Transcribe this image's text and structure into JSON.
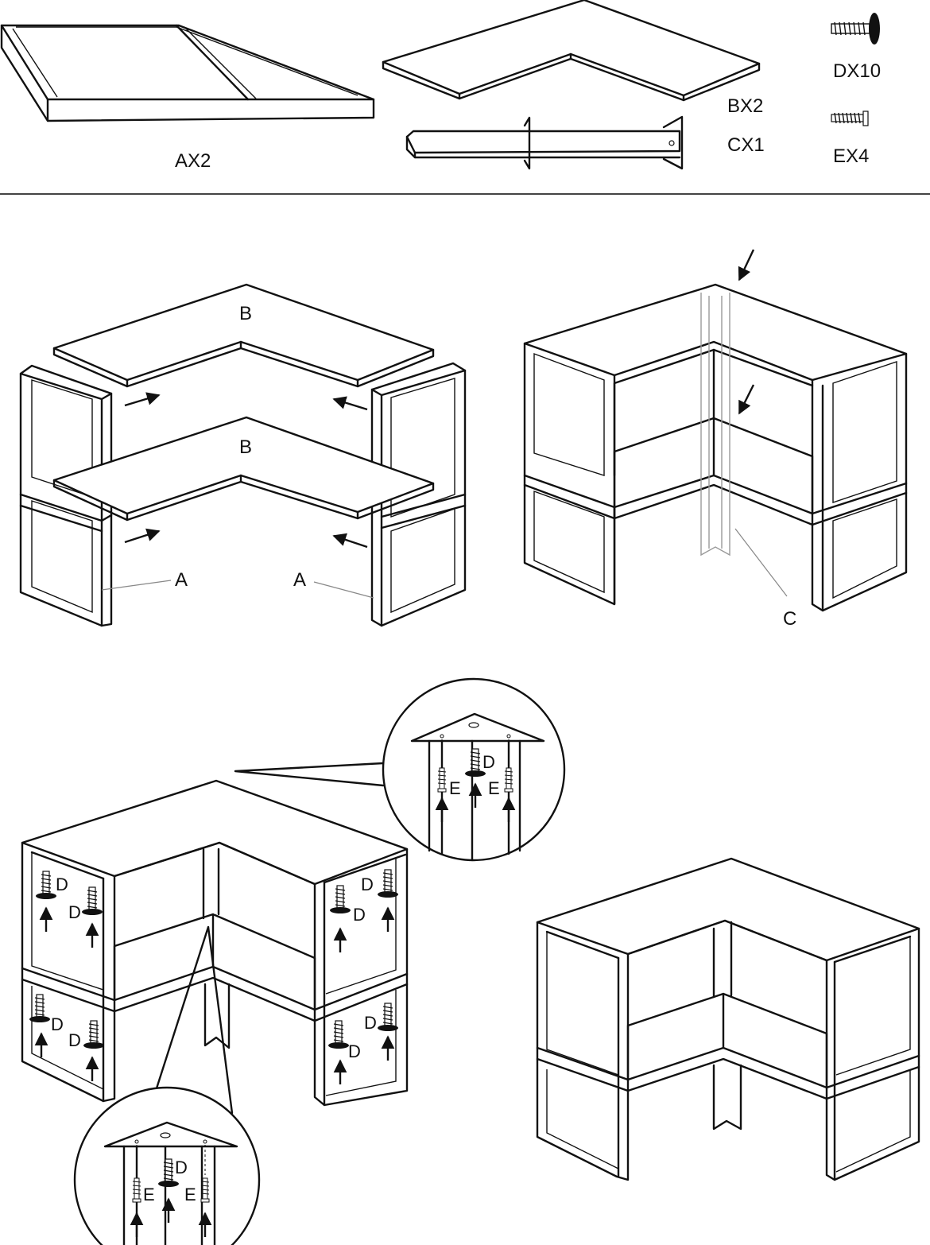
{
  "parts": {
    "a": "AX2",
    "b": "BX2",
    "c": "CX1",
    "d": "DX10",
    "e": "EX4"
  },
  "step1": {
    "top_shelf": "B",
    "lower_shelf": "B",
    "left_frame": "A",
    "right_frame": "A"
  },
  "step2": {
    "corner_post": "C"
  },
  "step3": {
    "screw_d": "D",
    "screw_e": "E"
  }
}
